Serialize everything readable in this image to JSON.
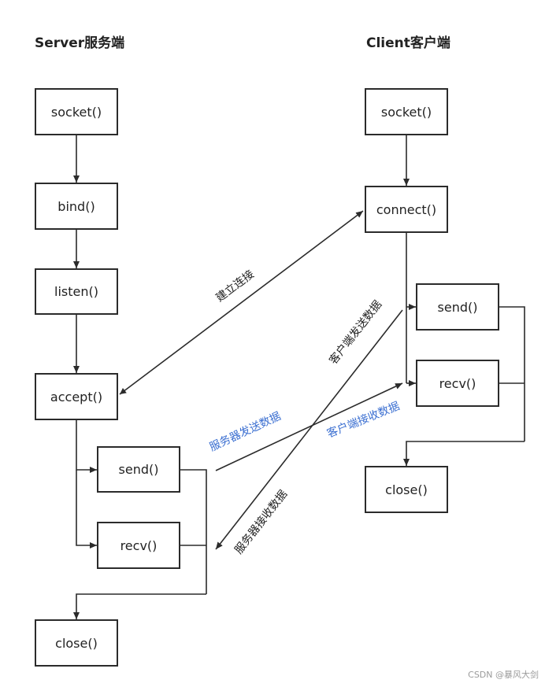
{
  "titles": {
    "server": "Server服务端",
    "client": "Client客户端"
  },
  "server": {
    "socket": "socket()",
    "bind": "bind()",
    "listen": "listen()",
    "accept": "accept()",
    "send": "send()",
    "recv": "recv()",
    "close": "close()"
  },
  "client": {
    "socket": "socket()",
    "connect": "connect()",
    "send": "send()",
    "recv": "recv()",
    "close": "close()"
  },
  "labels": {
    "establish": "建立连接",
    "server_send": "服务器发送数据",
    "client_send": "客户端发送数据",
    "client_recv": "客户端接收数据",
    "server_recv": "服务器接收数据"
  },
  "watermark": "CSDN @暴风大剑",
  "colors": {
    "line": "#2b2b2b",
    "blue_label": "#3b6fd1"
  }
}
